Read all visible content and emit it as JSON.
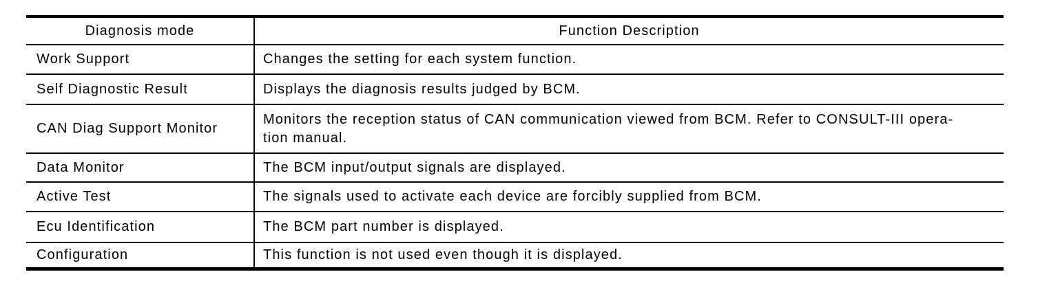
{
  "colors": {
    "background": "#ffffff",
    "border": "#000000",
    "text": "#000000"
  },
  "table": {
    "headers": {
      "mode": "Diagnosis mode",
      "description": "Function Description"
    },
    "rows": [
      {
        "mode": "Work Support",
        "description": "Changes the setting for each system function."
      },
      {
        "mode": "Self Diagnostic Result",
        "description": "Displays the diagnosis results judged by BCM."
      },
      {
        "mode": "CAN Diag Support Monitor",
        "description": "Monitors the reception status of CAN communication viewed from BCM. Refer to CONSULT-III opera-\ntion manual."
      },
      {
        "mode": "Data Monitor",
        "description": "The BCM input/output signals are displayed."
      },
      {
        "mode": "Active Test",
        "description": "The signals used to activate each device are forcibly supplied from BCM."
      },
      {
        "mode": "Ecu Identification",
        "description": "The BCM part number is displayed."
      },
      {
        "mode": "Configuration",
        "description": "This function is not used even though it is displayed."
      }
    ]
  }
}
